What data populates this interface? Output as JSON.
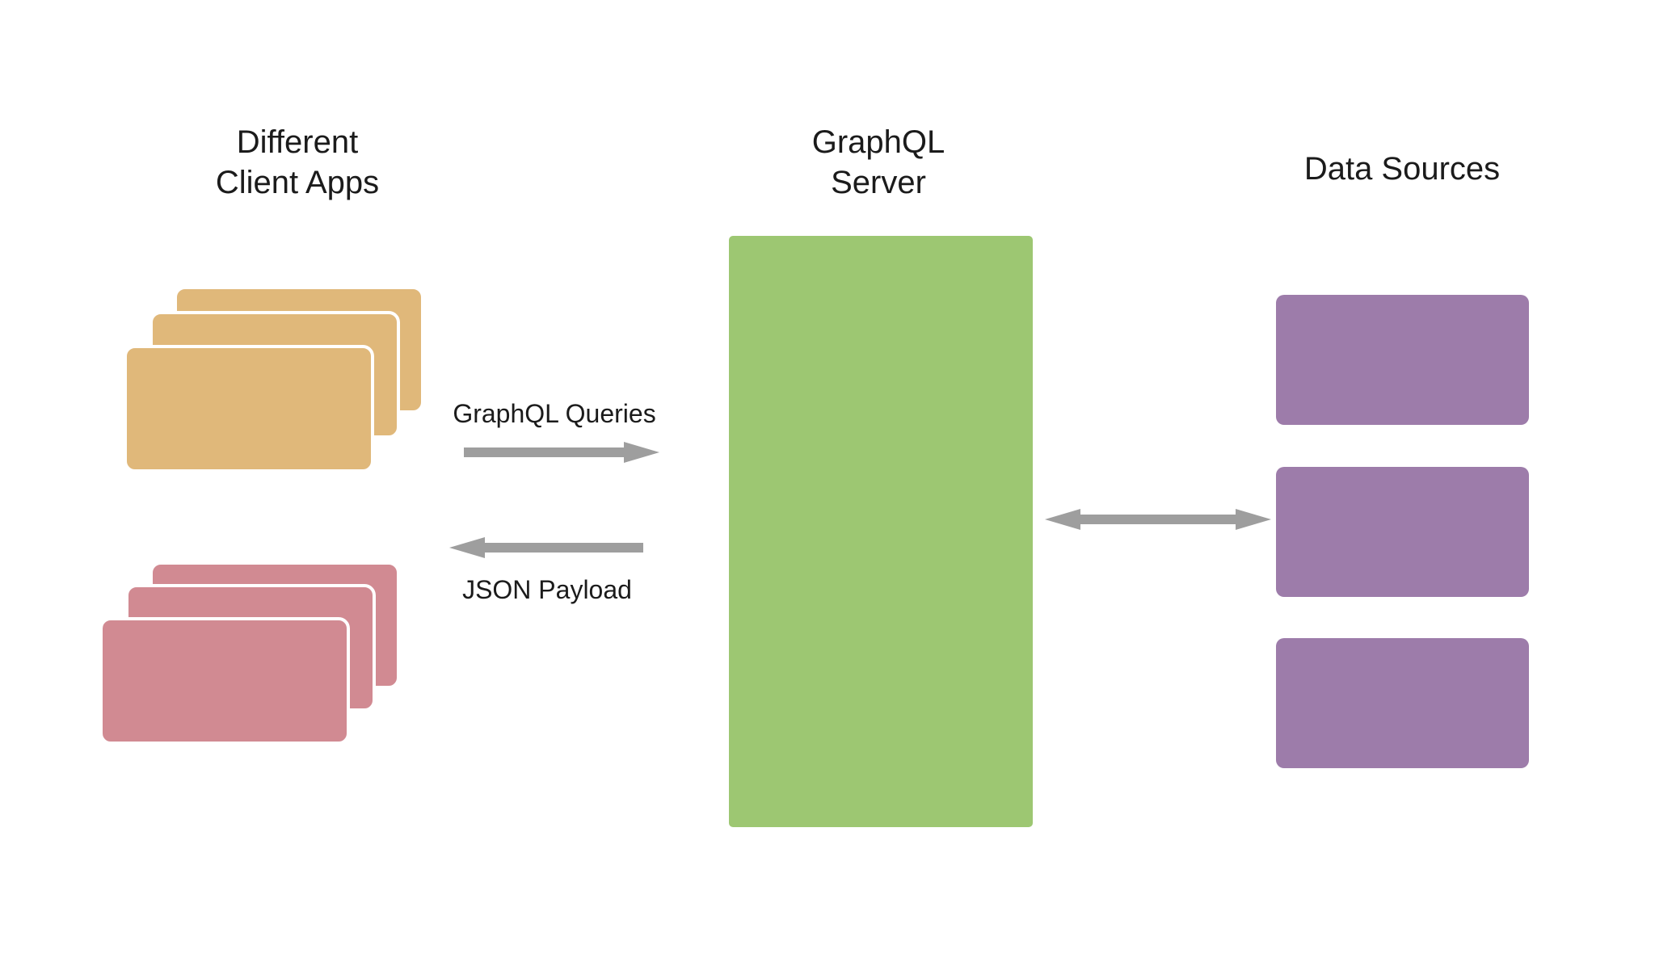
{
  "diagram": {
    "clients": {
      "heading_line1": "Different",
      "heading_line2": "Client Apps",
      "top_stack_card_count": 3,
      "bottom_stack_card_count": 3
    },
    "server": {
      "heading_line1": "GraphQL",
      "heading_line2": "Server"
    },
    "data_sources": {
      "heading": "Data Sources",
      "box_count": 3
    },
    "flows": {
      "request_label": "GraphQL Queries",
      "response_label": "JSON Payload"
    }
  },
  "colors": {
    "client_card_top": "#E0B87A",
    "client_card_bottom": "#D18A92",
    "server_box": "#9DC772",
    "data_source_box": "#9D7CAA",
    "arrow": "#9E9E9E",
    "heading_text": "#1B1B1B",
    "background": "#FFFFFF"
  }
}
